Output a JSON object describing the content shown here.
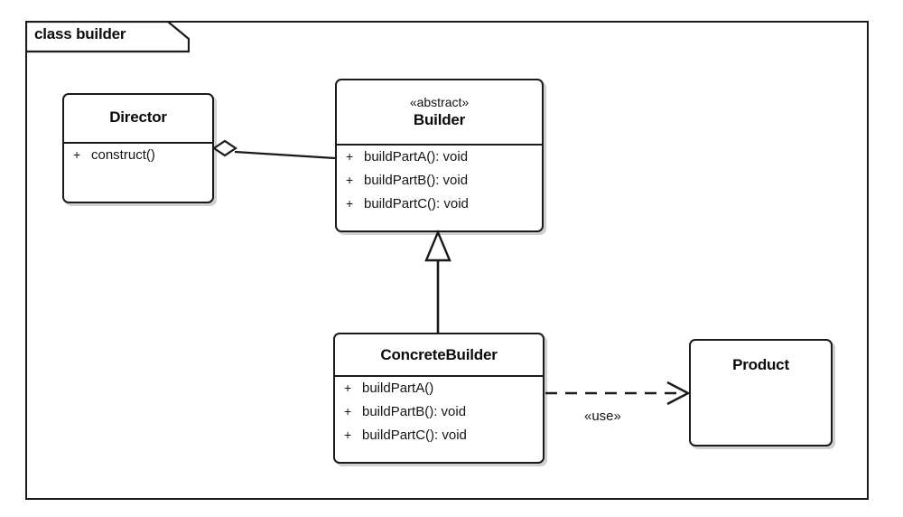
{
  "diagram": {
    "frame_label": "class builder",
    "background": "#ffffff",
    "line_color": "#1a1a1a"
  },
  "classes": [
    {
      "id": "director",
      "name": "Director",
      "stereotype": "",
      "members": [
        {
          "visibility": "+",
          "signature": "construct()"
        }
      ]
    },
    {
      "id": "builder",
      "name": "Builder",
      "stereotype": "«abstract»",
      "members": [
        {
          "visibility": "+",
          "signature": "buildPartA(): void"
        },
        {
          "visibility": "+",
          "signature": "buildPartB(): void"
        },
        {
          "visibility": "+",
          "signature": "buildPartC(): void"
        }
      ]
    },
    {
      "id": "concretebuilder",
      "name": "ConcreteBuilder",
      "stereotype": "",
      "members": [
        {
          "visibility": "+",
          "signature": "buildPartA()"
        },
        {
          "visibility": "+",
          "signature": "buildPartB(): void"
        },
        {
          "visibility": "+",
          "signature": "buildPartC(): void"
        }
      ]
    },
    {
      "id": "product",
      "name": "Product",
      "stereotype": "",
      "members": []
    }
  ],
  "relationships": [
    {
      "id": "aggregation",
      "type": "aggregation",
      "from": "director",
      "to": "builder",
      "label": ""
    },
    {
      "id": "generalization",
      "type": "generalization",
      "from": "concretebuilder",
      "to": "builder",
      "label": ""
    },
    {
      "id": "dependency",
      "type": "dependency",
      "from": "concretebuilder",
      "to": "product",
      "label": "«use»"
    }
  ]
}
